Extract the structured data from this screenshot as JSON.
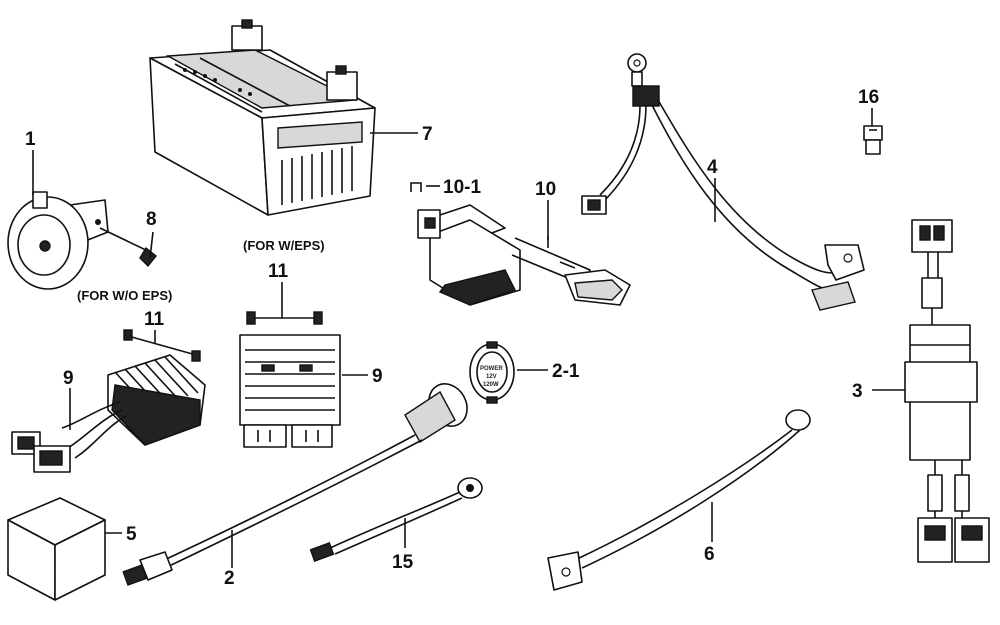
{
  "labels": {
    "p1": "1",
    "p2": "2",
    "p2_1": "2-1",
    "p3": "3",
    "p4": "4",
    "p5": "5",
    "p6": "6",
    "p7": "7",
    "p8": "8",
    "p9a": "9",
    "p9b": "9",
    "p10": "10",
    "p10_1": "10-1",
    "p11a": "11",
    "p11b": "11",
    "p15": "15",
    "p16": "16"
  },
  "notes": {
    "with_eps": "(FOR W/EPS)",
    "without_eps": "(FOR W/O EPS)"
  },
  "fuse_cap": {
    "line1": "POWER",
    "line2": "12V",
    "line3": "120W"
  }
}
